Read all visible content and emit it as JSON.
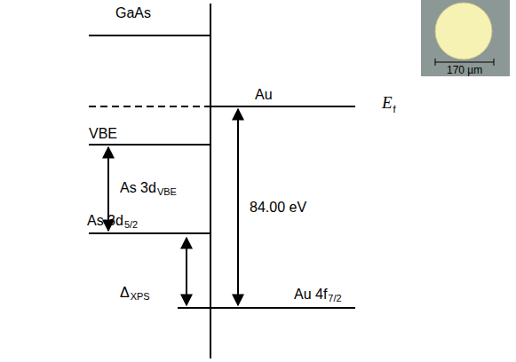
{
  "diagram": {
    "labels": [
      "GaAs",
      "Au",
      "E",
      "f",
      "VBE",
      "As 3d",
      "VBE",
      "84.00 eV",
      "As 3d",
      "5/2",
      "Δ",
      "XPS",
      "Au 4f",
      "7/2",
      "170 µm"
    ]
  }
}
